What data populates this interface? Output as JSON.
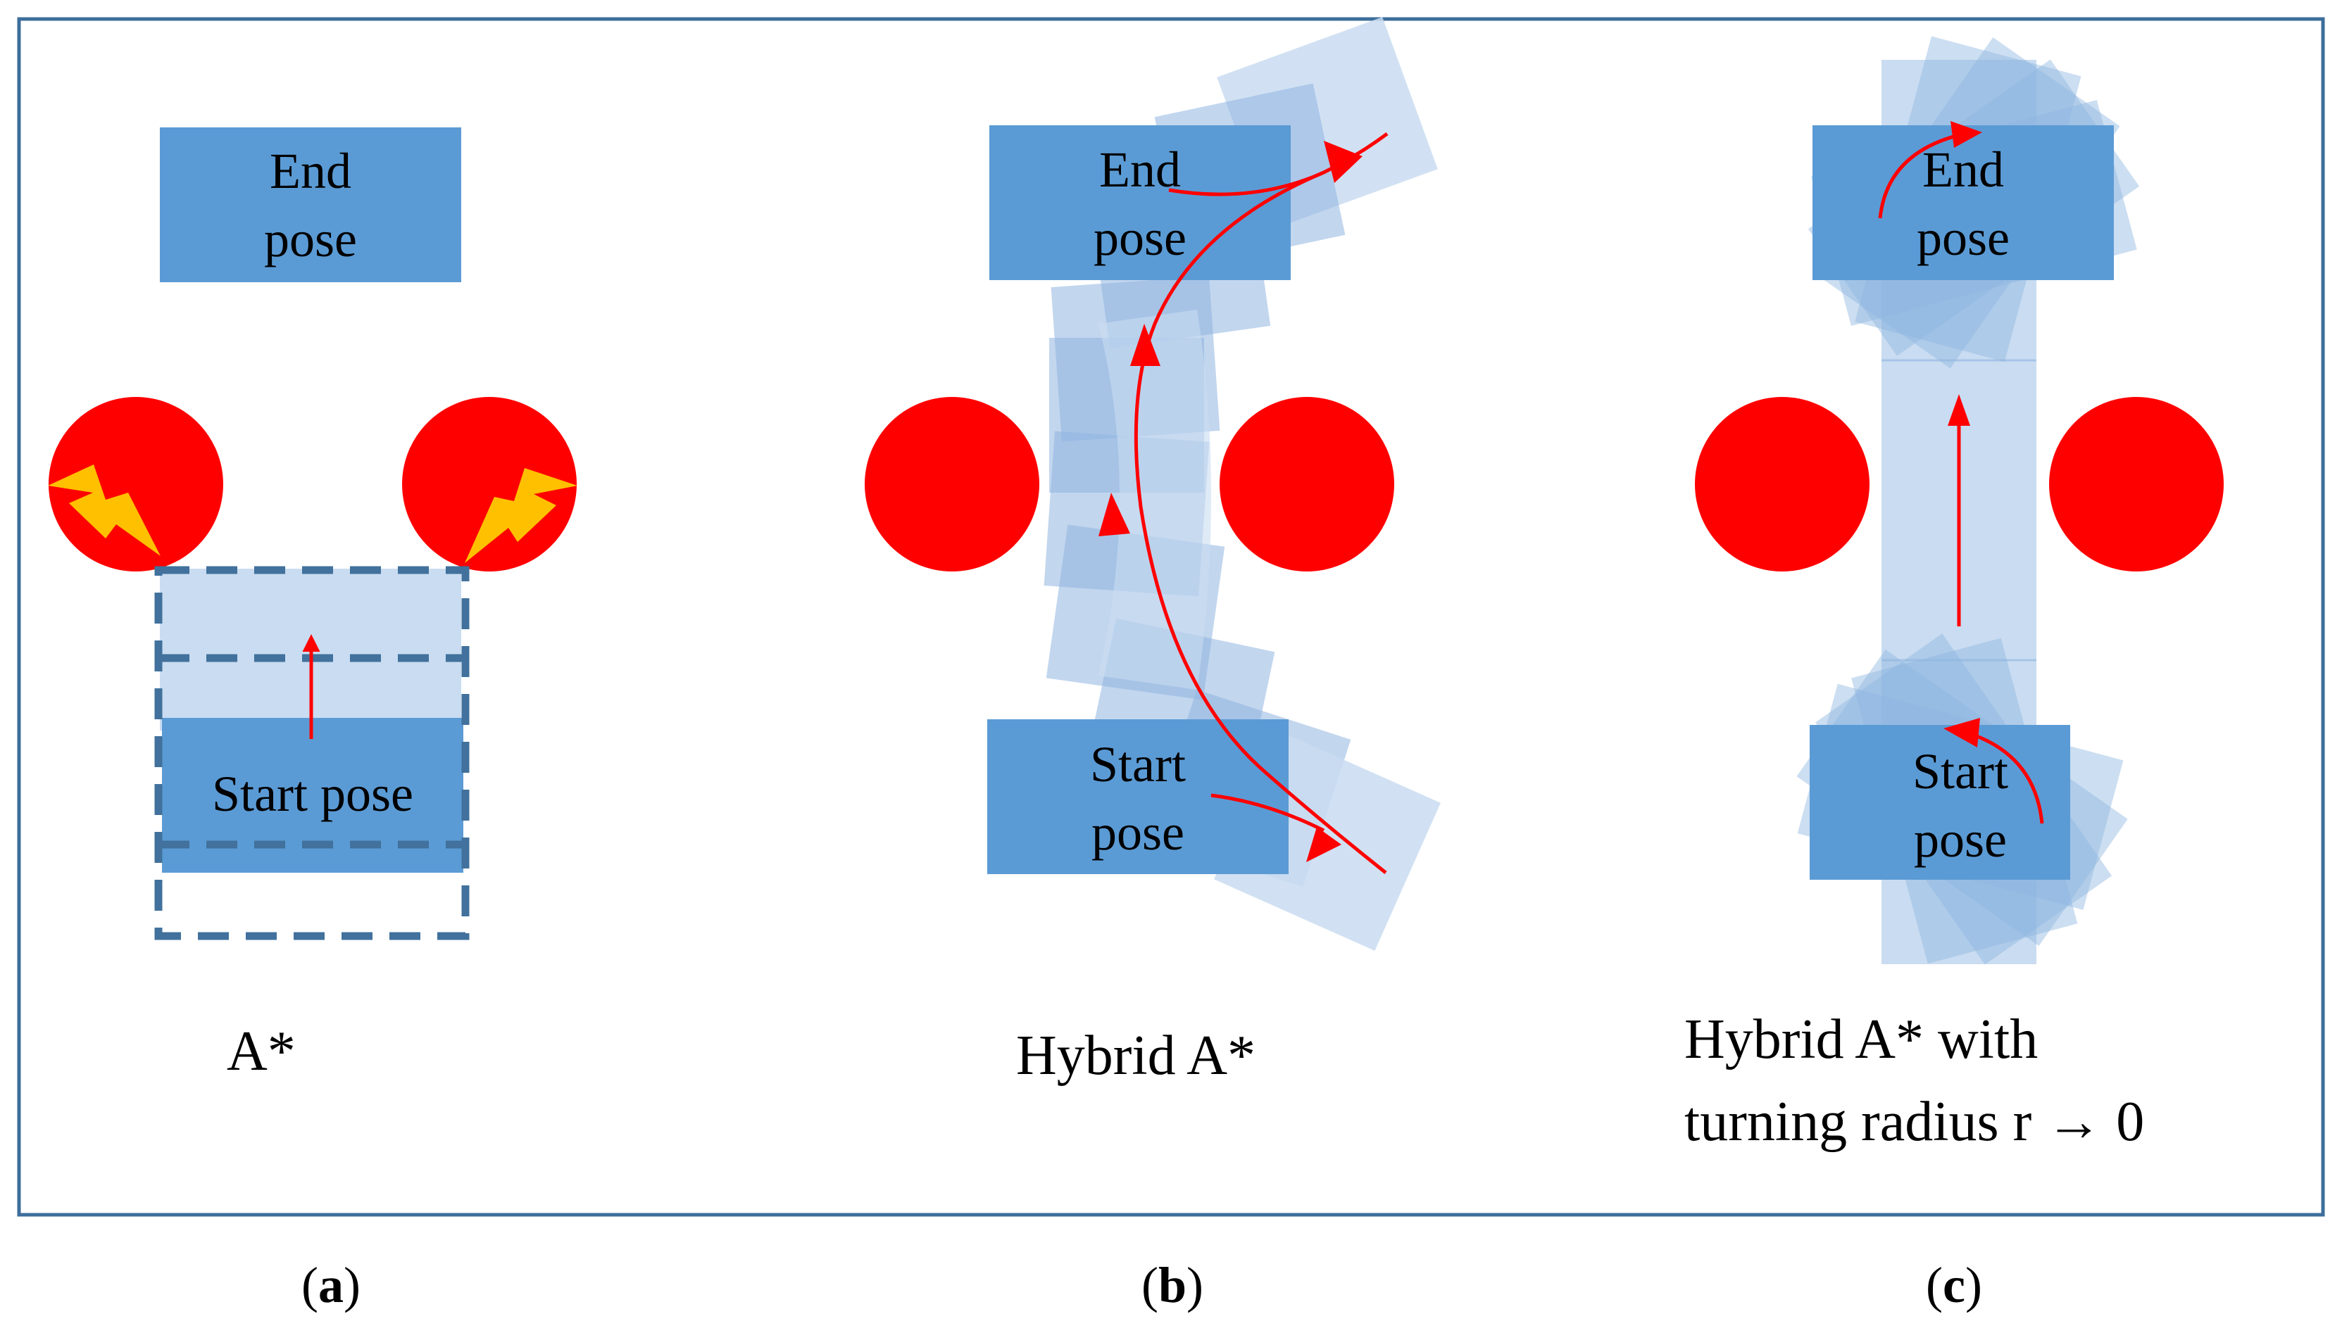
{
  "panels": [
    {
      "id": "a",
      "label_open": "(",
      "label_letter": "a",
      "label_close": ")",
      "caption_lines": [
        "A*"
      ],
      "end_pose_lines": [
        "End",
        "pose"
      ],
      "start_pose_lines": [
        "Start pose"
      ]
    },
    {
      "id": "b",
      "label_open": "(",
      "label_letter": "b",
      "label_close": ")",
      "caption_lines": [
        "Hybrid A*"
      ],
      "end_pose_lines": [
        "End",
        "pose"
      ],
      "start_pose_lines": [
        "Start",
        "pose"
      ]
    },
    {
      "id": "c",
      "label_open": "(",
      "label_letter": "c",
      "label_close": ")",
      "caption_lines": [
        "Hybrid A* with",
        "turning radius r → 0"
      ],
      "end_pose_lines": [
        "End",
        "pose"
      ],
      "start_pose_lines": [
        "Start",
        "pose"
      ]
    }
  ],
  "colors": {
    "frame": "#3d6e9c",
    "pose_box": "#5b9bd5",
    "pose_ghost": "#8fb5e0",
    "swept_area": "#c9dcf1",
    "obstacle": "#ff0000",
    "collision_mark": "#ffc000",
    "path_arrow": "#ff0000",
    "dashed_grid": "#41719c"
  },
  "icons": [
    "lightning-bolt-icon",
    "arrow-icon"
  ]
}
